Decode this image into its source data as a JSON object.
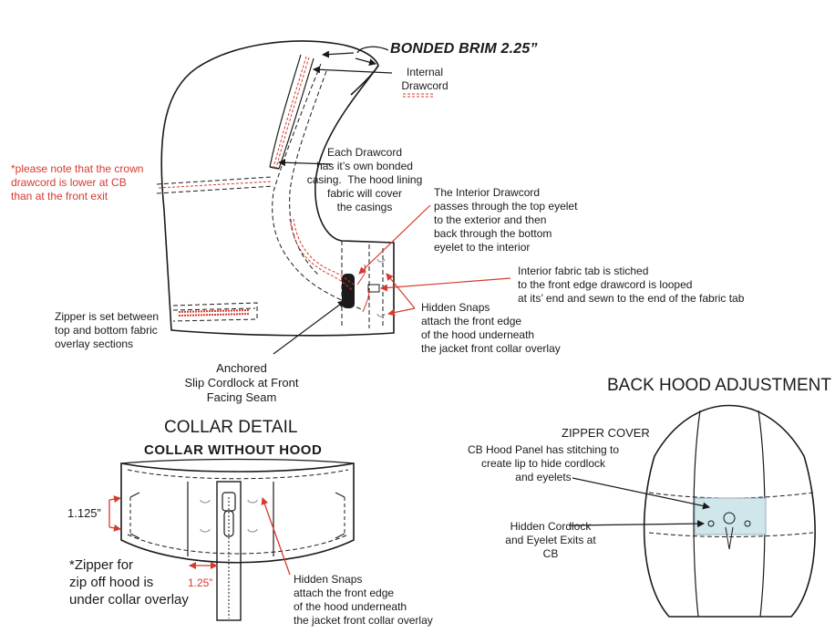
{
  "labels": {
    "bonded_brim": "BONDED BRIM 2.25”",
    "internal_drawcord": "Internal\nDrawcord",
    "crown_note": "*please note that the crown\ndrawcord is lower at CB\nthan at the front exit",
    "each_drawcord": "Each Drawcord\nhas it’s own bonded\ncasing.  The hood lining\nfabric will cover\nthe casings",
    "interior_drawcord": "The Interior Drawcord\npasses through the top eyelet\nto the exterior and then\nback through the bottom\neyelet to the interior",
    "interior_tab": "Interior fabric tab is stiched\nto the front edge drawcord is looped\nat its’ end and sewn to the end of the fabric tab",
    "hidden_snaps_top": "Hidden Snaps\nattach the front edge\nof the hood underneath\nthe jacket front collar overlay",
    "zipper_set": "Zipper is set between\ntop and bottom fabric\noverlay sections",
    "anchored": "Anchored\nSlip Cordlock at Front\nFacing Seam",
    "collar_detail": "COLLAR DETAIL",
    "collar_without_hood": "COLLAR WITHOUT HOOD",
    "dim_1125": "1.125”",
    "dim_125": "1.25”",
    "zipper_note": "*Zipper for\nzip off hood is\nunder collar overlay",
    "hidden_snaps_bottom": "Hidden Snaps\nattach the front edge\nof the hood underneath\nthe jacket front collar overlay",
    "back_hood": "BACK HOOD ADJUSTMENT",
    "zipper_cover": "ZIPPER COVER",
    "cb_panel": "CB Hood Panel has stitching to\ncreate lip to hide cordlock\nand eyelets",
    "hidden_cordlock": "Hidden Cordlock\nand Eyelet Exits at\nCB"
  },
  "colors": {
    "ink": "#1a1a1a",
    "accent_red": "#d63a2f",
    "cover_blue": "#cfe6ea"
  }
}
